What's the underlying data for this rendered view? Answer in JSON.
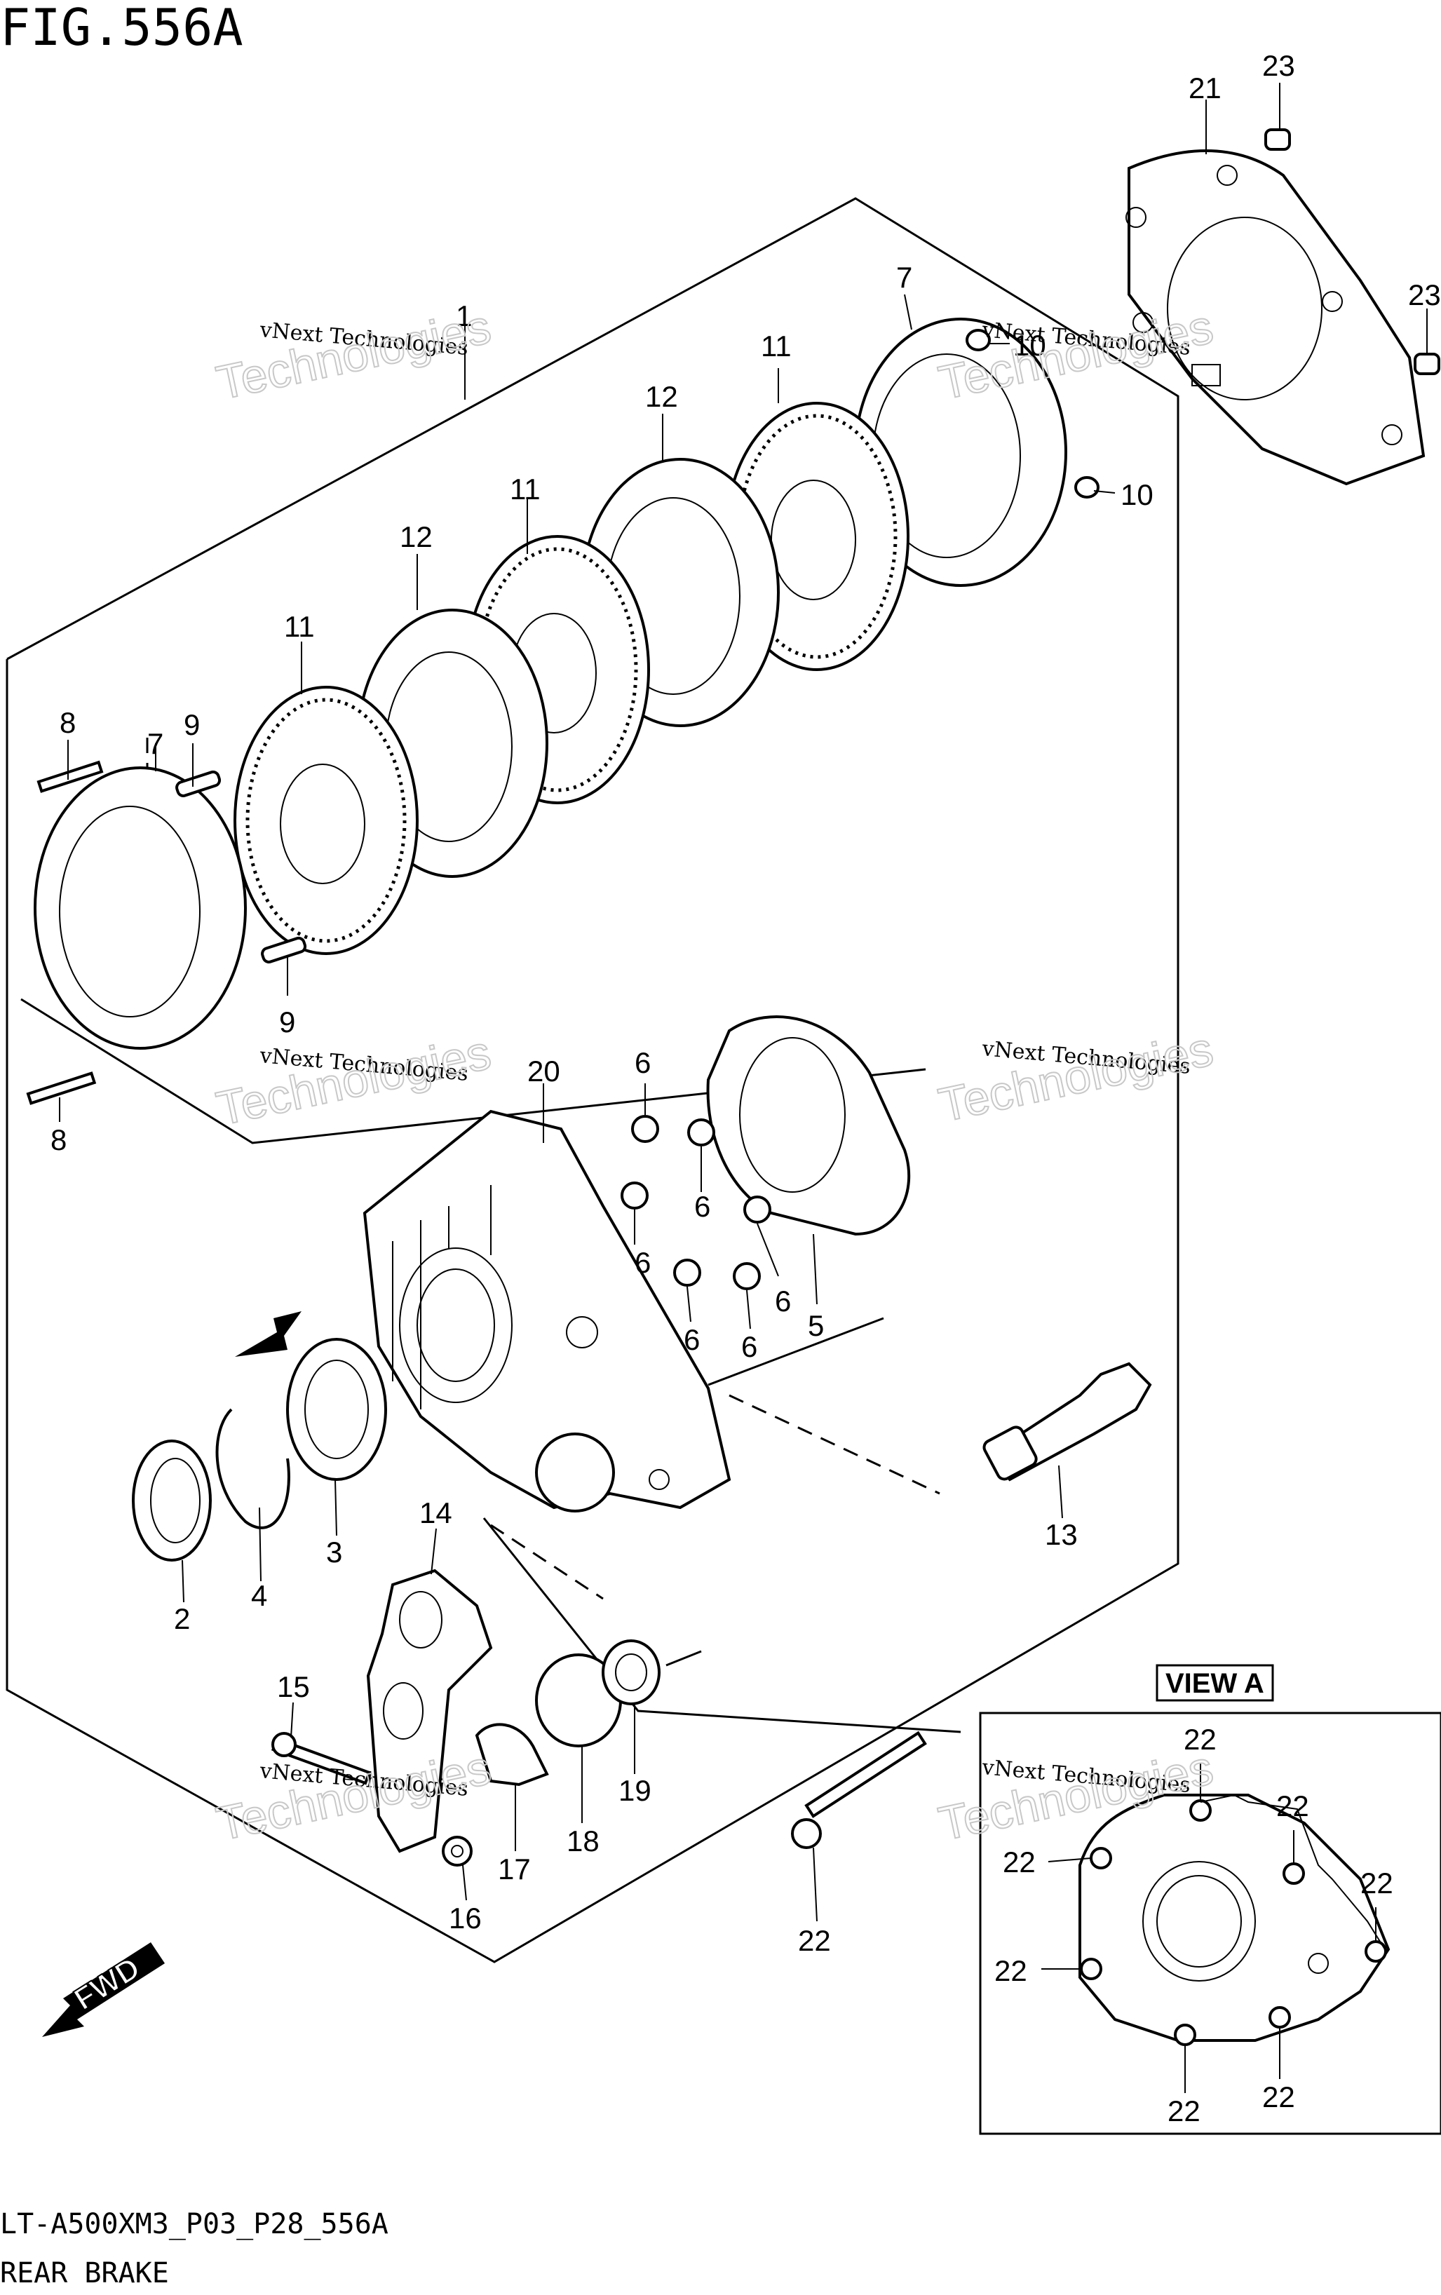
{
  "figure": {
    "title": "FIG.556A",
    "model_code": "LT-A500XM3_P03_P28_556A",
    "section_name": "REAR BRAKE"
  },
  "view_a": {
    "label": "VIEW A"
  },
  "fwd_label": "FWD",
  "watermark": {
    "small": "vNext Technologies",
    "big": "Technologies"
  },
  "callouts": [
    {
      "id": "c1",
      "text": "1"
    },
    {
      "id": "c2",
      "text": "2"
    },
    {
      "id": "c3",
      "text": "3"
    },
    {
      "id": "c4",
      "text": "4"
    },
    {
      "id": "c5",
      "text": "5"
    },
    {
      "id": "c6a",
      "text": "6"
    },
    {
      "id": "c6b",
      "text": "6"
    },
    {
      "id": "c6c",
      "text": "6"
    },
    {
      "id": "c6d",
      "text": "6"
    },
    {
      "id": "c6e",
      "text": "6"
    },
    {
      "id": "c6f",
      "text": "6"
    },
    {
      "id": "c7a",
      "text": "7"
    },
    {
      "id": "c7b",
      "text": "7"
    },
    {
      "id": "c8a",
      "text": "8"
    },
    {
      "id": "c8b",
      "text": "8"
    },
    {
      "id": "c9a",
      "text": "9"
    },
    {
      "id": "c9b",
      "text": "9"
    },
    {
      "id": "c10a",
      "text": "10"
    },
    {
      "id": "c10b",
      "text": "10"
    },
    {
      "id": "c11a",
      "text": "11"
    },
    {
      "id": "c11b",
      "text": "11"
    },
    {
      "id": "c11c",
      "text": "11"
    },
    {
      "id": "c12a",
      "text": "12"
    },
    {
      "id": "c12b",
      "text": "12"
    },
    {
      "id": "c13",
      "text": "13"
    },
    {
      "id": "c14",
      "text": "14"
    },
    {
      "id": "c15",
      "text": "15"
    },
    {
      "id": "c16",
      "text": "16"
    },
    {
      "id": "c17",
      "text": "17"
    },
    {
      "id": "c18",
      "text": "18"
    },
    {
      "id": "c19",
      "text": "19"
    },
    {
      "id": "c20",
      "text": "20"
    },
    {
      "id": "c21",
      "text": "21"
    },
    {
      "id": "c22a",
      "text": "22"
    },
    {
      "id": "c22b",
      "text": "22"
    },
    {
      "id": "c22c",
      "text": "22"
    },
    {
      "id": "c22d",
      "text": "22"
    },
    {
      "id": "c22e",
      "text": "22"
    },
    {
      "id": "c22f",
      "text": "22"
    },
    {
      "id": "c22g",
      "text": "22"
    },
    {
      "id": "c22h",
      "text": "22"
    },
    {
      "id": "c23a",
      "text": "23"
    },
    {
      "id": "c23b",
      "text": "23"
    }
  ]
}
